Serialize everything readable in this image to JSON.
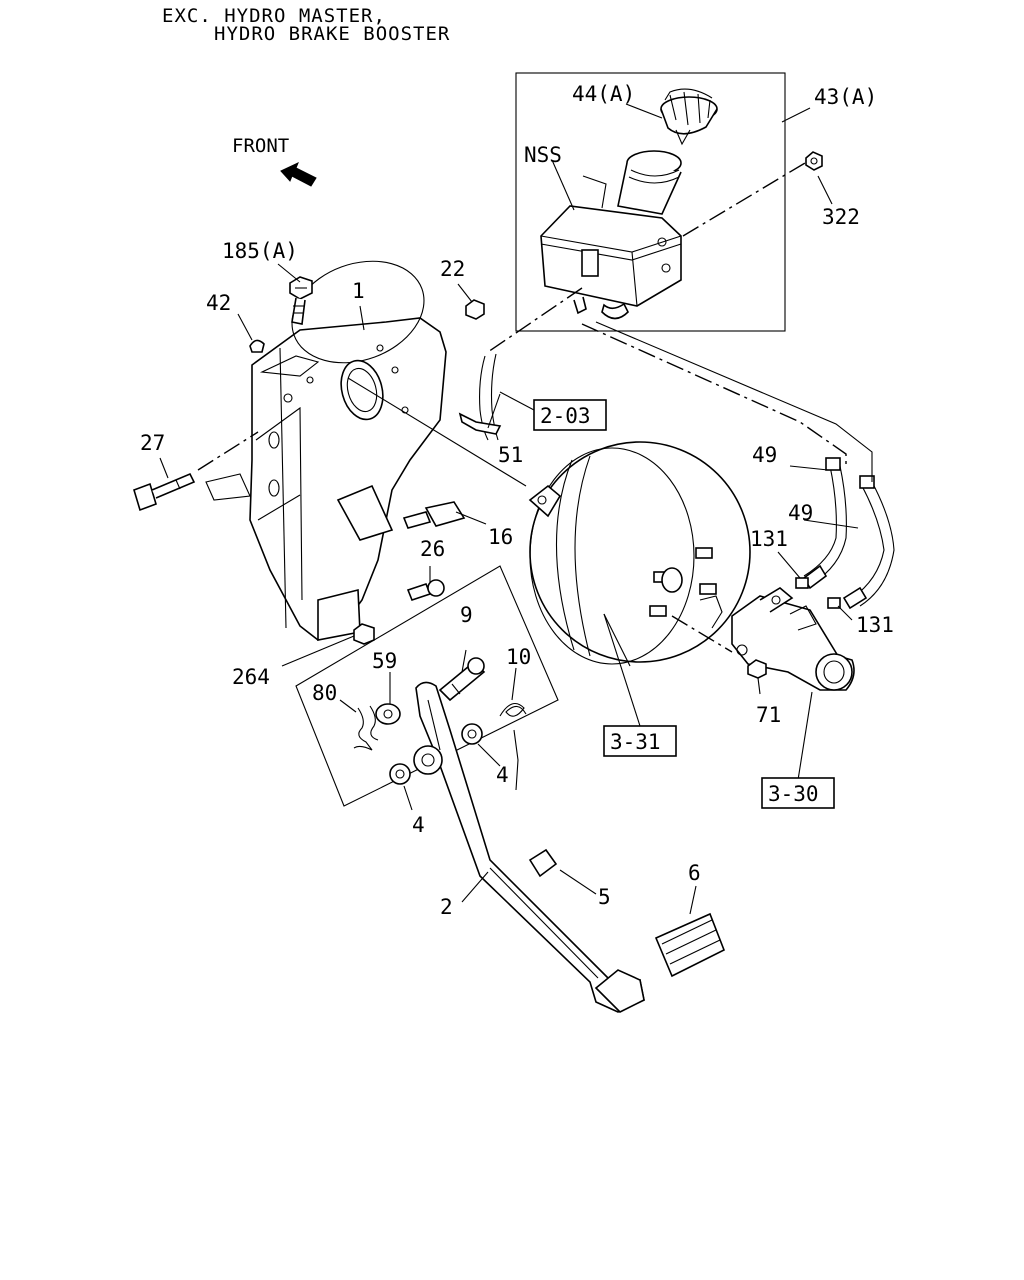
{
  "header": {
    "line1": "EXC. HYDRO MASTER,",
    "line2": "HYDRO BRAKE BOOSTER"
  },
  "orientation": {
    "label": "FRONT",
    "icon": "front-arrow-icon"
  },
  "callouts": [
    {
      "id": "44a",
      "text": "44(A)"
    },
    {
      "id": "43a",
      "text": "43(A)"
    },
    {
      "id": "nss",
      "text": "NSS"
    },
    {
      "id": "322",
      "text": "322"
    },
    {
      "id": "185a",
      "text": "185(A)"
    },
    {
      "id": "22",
      "text": "22"
    },
    {
      "id": "42",
      "text": "42"
    },
    {
      "id": "1",
      "text": "1"
    },
    {
      "id": "51",
      "text": "51"
    },
    {
      "id": "27",
      "text": "27"
    },
    {
      "id": "49a",
      "text": "49"
    },
    {
      "id": "49b",
      "text": "49"
    },
    {
      "id": "16",
      "text": "16"
    },
    {
      "id": "131a",
      "text": "131"
    },
    {
      "id": "26",
      "text": "26"
    },
    {
      "id": "131b",
      "text": "131"
    },
    {
      "id": "9",
      "text": "9"
    },
    {
      "id": "10",
      "text": "10"
    },
    {
      "id": "59",
      "text": "59"
    },
    {
      "id": "264",
      "text": "264"
    },
    {
      "id": "80",
      "text": "80"
    },
    {
      "id": "71",
      "text": "71"
    },
    {
      "id": "4a",
      "text": "4"
    },
    {
      "id": "4b",
      "text": "4"
    },
    {
      "id": "6",
      "text": "6"
    },
    {
      "id": "5",
      "text": "5"
    },
    {
      "id": "2",
      "text": "2"
    }
  ],
  "references": [
    {
      "id": "ref-2-03",
      "text": "2-03"
    },
    {
      "id": "ref-3-31",
      "text": "3-31"
    },
    {
      "id": "ref-3-30",
      "text": "3-30"
    }
  ]
}
